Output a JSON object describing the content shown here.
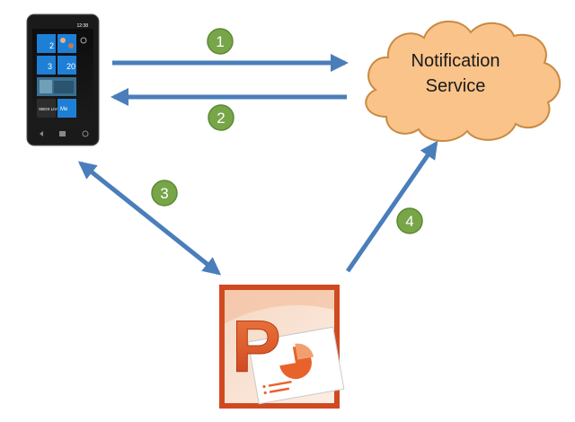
{
  "notification_service": {
    "line1": "Notification",
    "line2": "Service",
    "fill_color": "#f9c38a",
    "stroke_color": "#c98a42"
  },
  "steps": [
    {
      "label": "1"
    },
    {
      "label": "2"
    },
    {
      "label": "3"
    },
    {
      "label": "4"
    }
  ],
  "colors": {
    "arrow": "#4a7ebb",
    "step_badge": "#77a548",
    "step_badge_stroke": "#5b8a33"
  },
  "phone": {
    "time": "12:38",
    "tiles": [
      {
        "icon": "phone-icon",
        "label": "2"
      },
      {
        "icon": "people-icon",
        "label": ""
      },
      {
        "icon": "message-icon",
        "label": "3"
      },
      {
        "icon": "mail-icon",
        "label": "20"
      },
      {
        "icon": "xbox-live-icon",
        "label": "XBOX LIVE"
      },
      {
        "icon": "me-icon",
        "label": "Me"
      }
    ]
  },
  "powerpoint_icon": {
    "letter": "P",
    "frame_color": "#d04a21",
    "accent_color": "#e8622c"
  }
}
